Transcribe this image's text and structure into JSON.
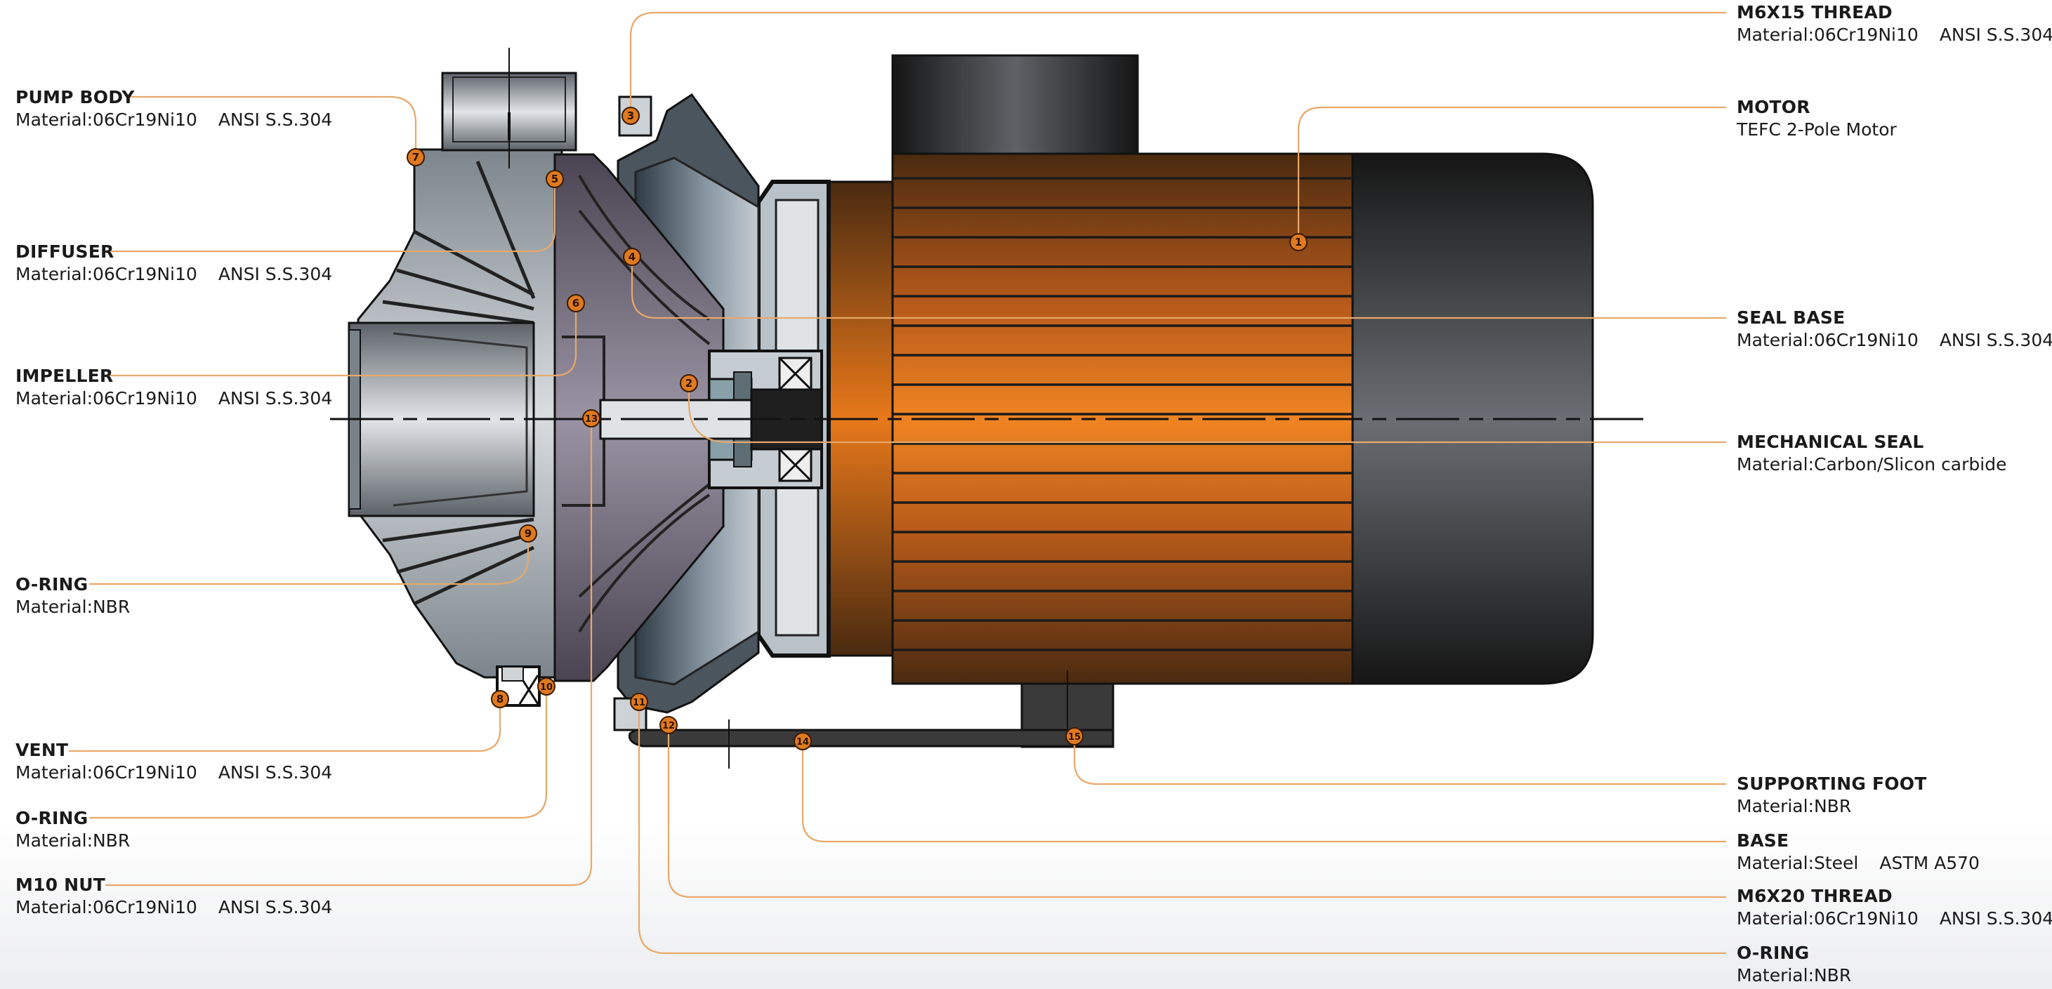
{
  "colors": {
    "leader": "#e8a86a",
    "marker": "#e07a1f",
    "motor_orange": "#e8781a",
    "motor_dark": "#1e1e1e",
    "steel": "#9aa3aa",
    "impeller": "#6e6878"
  },
  "labels_left": [
    {
      "id": "pump-body",
      "title": "PUMP BODY",
      "material": "Material:06Cr19Ni10",
      "std": "ANSI S.S.304"
    },
    {
      "id": "diffuser",
      "title": "DIFFUSER",
      "material": "Material:06Cr19Ni10",
      "std": "ANSI S.S.304"
    },
    {
      "id": "impeller",
      "title": "IMPELLER",
      "material": "Material:06Cr19Ni10",
      "std": "ANSI S.S.304"
    },
    {
      "id": "o-ring-1",
      "title": "O-RING",
      "material": "Material:NBR",
      "std": ""
    },
    {
      "id": "vent",
      "title": "VENT",
      "material": "Material:06Cr19Ni10",
      "std": "ANSI S.S.304"
    },
    {
      "id": "o-ring-2",
      "title": "O-RING",
      "material": "Material:NBR",
      "std": ""
    },
    {
      "id": "m10-nut",
      "title": "M10 NUT",
      "material": "Material:06Cr19Ni10",
      "std": "ANSI S.S.304"
    }
  ],
  "labels_right": [
    {
      "id": "m6x15-thread",
      "title": "M6X15 THREAD",
      "material": "Material:06Cr19Ni10",
      "std": "ANSI S.S.304"
    },
    {
      "id": "motor",
      "title": "MOTOR",
      "material": "TEFC 2-Pole Motor",
      "std": ""
    },
    {
      "id": "seal-base",
      "title": "SEAL BASE",
      "material": "Material:06Cr19Ni10",
      "std": "ANSI S.S.304"
    },
    {
      "id": "mechanical-seal",
      "title": "MECHANICAL SEAL",
      "material": "Material:Carbon/Slicon carbide",
      "std": ""
    },
    {
      "id": "supporting-foot",
      "title": "SUPPORTING FOOT",
      "material": "Material:NBR",
      "std": ""
    },
    {
      "id": "base",
      "title": "BASE",
      "material": "Material:Steel",
      "std": "ASTM A570"
    },
    {
      "id": "m6x20-thread",
      "title": "M6X20 THREAD",
      "material": "Material:06Cr19Ni10",
      "std": "ANSI S.S.304"
    },
    {
      "id": "o-ring-3",
      "title": "O-RING",
      "material": "Material:NBR",
      "std": ""
    }
  ],
  "markers": [
    "1",
    "2",
    "3",
    "4",
    "5",
    "6",
    "7",
    "8",
    "9",
    "10",
    "11",
    "12",
    "13",
    "14",
    "15"
  ]
}
